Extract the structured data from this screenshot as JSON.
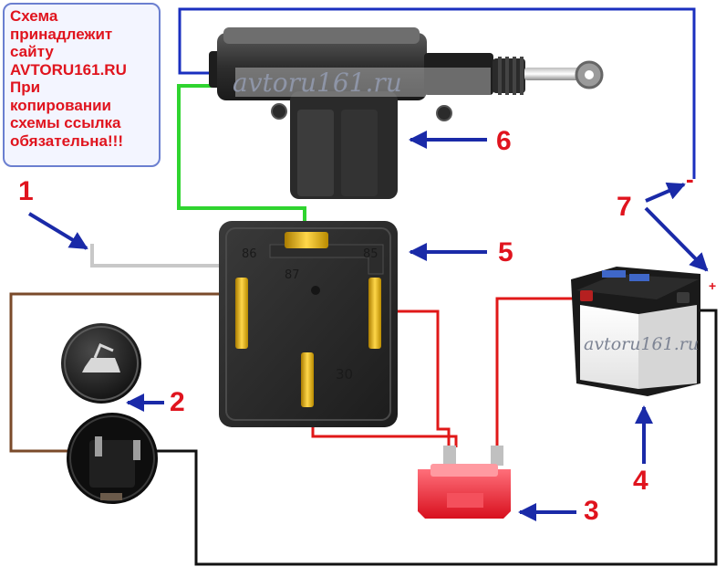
{
  "notice": {
    "lines": [
      "Схема",
      "принадлежит",
      "сайту",
      "AVTORU161.RU",
      "При",
      "копировании",
      "схемы ссылка",
      "обязательна!!!"
    ]
  },
  "watermarks": {
    "actuator": "avtoru161.ru",
    "battery": "avtoru161.ru"
  },
  "relay_pins": {
    "p86": "86",
    "p87": "87",
    "p85": "85",
    "p30": "30"
  },
  "callouts": {
    "n1": "1",
    "n2": "2",
    "n3": "3",
    "n4": "4",
    "n5": "5",
    "n6": "6",
    "n7": "7"
  },
  "battery_terminals": {
    "minus": "-",
    "plus": "+"
  },
  "colors": {
    "wire_blue": "#1a2fbf",
    "wire_green": "#2fd42f",
    "wire_gray": "#c8c8c8",
    "wire_brown": "#7a4a2a",
    "wire_red": "#e01818",
    "wire_black": "#111111",
    "arrow": "#1a2aa8",
    "label_red": "#e0141e"
  }
}
